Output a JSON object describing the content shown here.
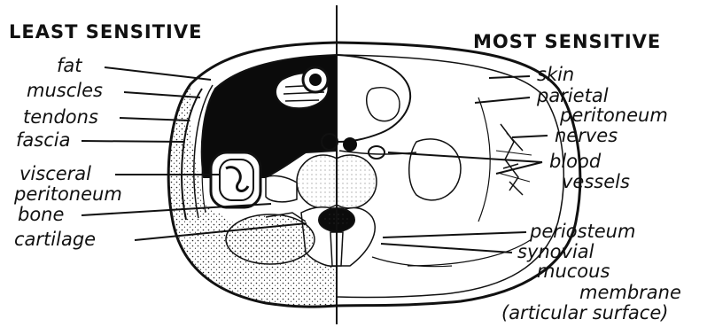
{
  "headers": {
    "left": "LEAST SENSITIVE",
    "right": "MOST SENSITIVE"
  },
  "left_labels": {
    "fat": "fat",
    "muscles": "muscles",
    "tendons": "tendons",
    "fascia": "fascia",
    "visceral": "visceral",
    "peritoneum": "peritoneum",
    "bone": "bone",
    "cartilage": "cartilage"
  },
  "right_labels": {
    "skin": "skin",
    "parietal": "parietal",
    "peritoneum": "peritoneum",
    "nerves": "nerves",
    "blood": "blood",
    "vessels": "vessels",
    "periosteum": "periosteum",
    "synovial": "synovial",
    "mucous": "mucous",
    "membrane": "membrane",
    "articular": "(articular surface)"
  },
  "colors": {
    "ink": "#111111",
    "paper": "#ffffff"
  }
}
